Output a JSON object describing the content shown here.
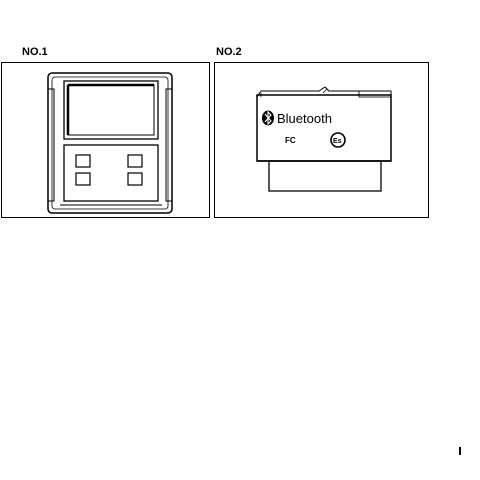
{
  "panels": [
    {
      "label": "NO.1"
    },
    {
      "label": "NO.2",
      "brand": "Bluetooth",
      "cert_fc": "FC",
      "cert_ce": "Es"
    }
  ],
  "icons": [
    "bluetooth-icon",
    "fc-certification-icon",
    "ce-certification-icon"
  ]
}
